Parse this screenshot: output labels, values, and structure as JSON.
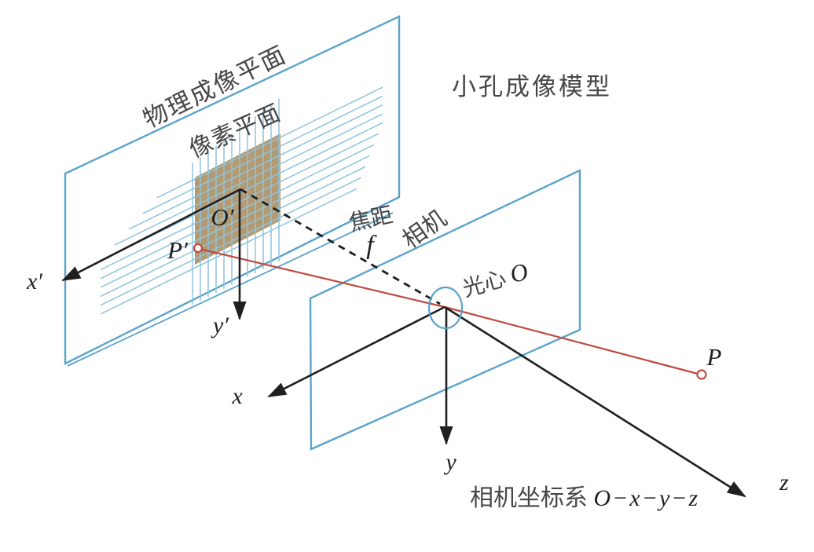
{
  "diagram": {
    "title": "小孔成像模型",
    "planes": {
      "physical_imaging_plane_label": "物理成像平面",
      "pixel_plane_label": "像素平面",
      "camera_label": "相机"
    },
    "focal": {
      "label": "焦距",
      "symbol": "f"
    },
    "optical_center": {
      "label": "光心",
      "symbol": "O"
    },
    "axes": {
      "x_prime": "x′",
      "y_prime": "y′",
      "x": "x",
      "y": "y",
      "z": "z"
    },
    "points": {
      "origin_image": "O′",
      "p_prime": "P′",
      "p": "P"
    },
    "caption": {
      "prefix": "相机坐标系 ",
      "symbols": "O−x−y−z"
    },
    "colors": {
      "plane_stroke": "#5aa3cb",
      "hatch_stroke": "#8fc3dd",
      "pixel_grid_fill": "#b49a70",
      "ray_red": "#bf4a41",
      "axis_black": "#1f1f1f",
      "label_gray": "#474747"
    }
  }
}
